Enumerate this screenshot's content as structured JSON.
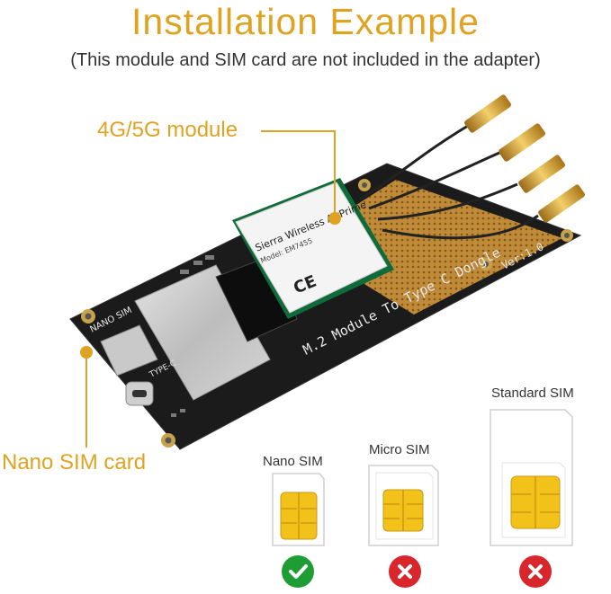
{
  "header": {
    "title": "Installation Example",
    "subtitle": "(This module and SIM card are not included in the adapter)"
  },
  "callouts": {
    "module": "4G/5G module",
    "nano_sim_card": "Nano SIM card"
  },
  "module_card": {
    "brand": "Sierra Wireless AirPrime",
    "model": "Model: EM7455",
    "ce_mark": "CE"
  },
  "board": {
    "nano_sim_label": "NANO SIM",
    "type_c_label": "TYPE-C",
    "silk_text": "M.2 Module To Type C Dongle",
    "version": "Ver:1.0"
  },
  "sim_sizes": [
    {
      "label": "Nano SIM",
      "compatible": true
    },
    {
      "label": "Micro SIM",
      "compatible": false
    },
    {
      "label": "Standard SIM",
      "compatible": false
    }
  ],
  "colors": {
    "accent": "#e0a321",
    "ok": "#1f9d35",
    "no": "#d9262c",
    "chip": "#f2c21a"
  },
  "icons": {
    "ok": "check-icon",
    "no": "x-icon"
  }
}
